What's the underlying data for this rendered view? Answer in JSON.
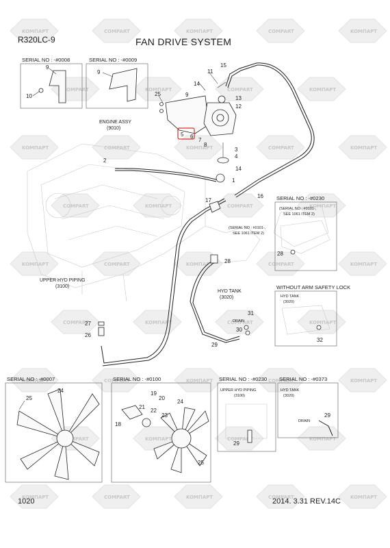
{
  "header": {
    "model": "R320LC-9",
    "title": "FAN DRIVE SYSTEM",
    "page_number": "1020",
    "revision": "2014. 3.31  REV.14C"
  },
  "watermark": {
    "words": [
      "KOMПAPT",
      "COMPART"
    ]
  },
  "main": {
    "engine_assy": [
      "ENGINE ASSY",
      "(9010)"
    ],
    "upper_hyd_piping": [
      "UPPER HYD PIPING",
      "(3100)"
    ],
    "hyd_tank": [
      "HYD TANK",
      "(3020)"
    ],
    "drain": "DRAIN",
    "serial_note_mid": [
      "(SERIAL NO : #0101-,",
      "SEE 1061 ITEM 2)"
    ],
    "callouts": [
      "15",
      "11",
      "14",
      "13",
      "25",
      "9",
      "12",
      "5",
      "6",
      "7",
      "8",
      "3",
      "4",
      "2",
      "14",
      "1",
      "17",
      "16",
      "28",
      "31",
      "30",
      "27",
      "26",
      "29"
    ]
  },
  "insets": {
    "top_left": {
      "label": "SERIAL NO : -#0008",
      "callouts": [
        "9",
        "10"
      ]
    },
    "top_mid": {
      "label": "SERIAL NO : -#0009",
      "callouts": [
        "9"
      ]
    },
    "right_0230": {
      "label": "SERIAL NO : -#0230",
      "note": [
        "(SERIAL NO : #0101-,",
        "SEE 1061 ITEM 2)"
      ],
      "callouts": [
        "28"
      ]
    },
    "arm_safety": {
      "label": "WITHOUT ARM SAFETY LOCK",
      "sub": [
        "HYD TANK",
        "(3020)"
      ],
      "callouts": [
        "32"
      ]
    },
    "b_0007": {
      "label": "SERIAL NO : -#0007",
      "callouts": [
        "24",
        "25"
      ]
    },
    "b_0100": {
      "label": "SERIAL NO : -#0100",
      "callouts": [
        "19",
        "20",
        "21",
        "22",
        "23",
        "18",
        "24",
        "25"
      ]
    },
    "b_0230": {
      "label": "SERIAL NO : -#0230",
      "sub": [
        "UPPER HYD PIPING",
        "(3100)"
      ],
      "callouts": [
        "29"
      ]
    },
    "b_0373": {
      "label": "SERIAL NO : -#0373",
      "sub": [
        "HYD TANK",
        "(3020)"
      ],
      "drain": "DRAIN",
      "callouts": [
        "29"
      ]
    }
  }
}
